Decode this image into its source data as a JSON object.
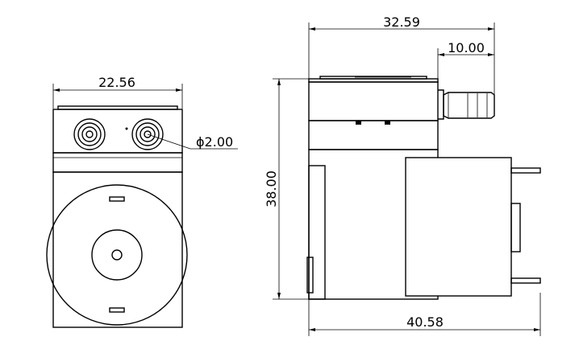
{
  "dimensions": {
    "front_width": "22.56",
    "port_diameter": "ϕ2.00",
    "side_width": "32.59",
    "nozzle_length": "10.00",
    "height": "38.00",
    "total_length": "40.58"
  }
}
